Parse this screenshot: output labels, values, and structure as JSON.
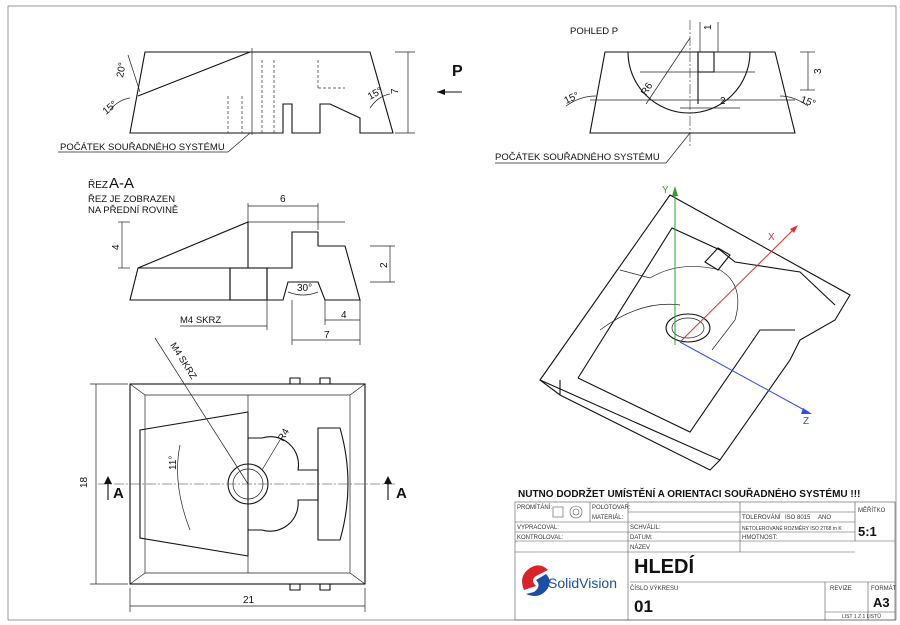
{
  "views": {
    "front": {
      "dims": {
        "angle_top": "20°",
        "angle_left": "15°",
        "angle_right": "15°",
        "height": "7"
      },
      "origin_note": "POČÁTEK SOUŘADNÉHO SYSTÉMU",
      "view_arrow": "P"
    },
    "view_p": {
      "title": "POHLED P",
      "dims": {
        "top": "1",
        "right": "3",
        "radius": "R6",
        "width": "2",
        "angle_left": "15°",
        "angle_right": "15°"
      },
      "origin_note": "POČÁTEK SOUŘADNÉHO SYSTÉMU"
    },
    "section": {
      "title_prefix": "ŘEZ",
      "title_id": "A-A",
      "note_line1": "ŘEZ JE ZOBRAZEN",
      "note_line2": "NA PŘEDNÍ ROVINĚ",
      "dims": {
        "top": "6",
        "left": "4",
        "right": "2",
        "angle": "30°",
        "bottom1": "4",
        "bottom2": "7"
      },
      "hole_note": "M4 SKRZ"
    },
    "top": {
      "hole_note": "M4 SKRZ",
      "dims": {
        "height": "18",
        "width": "21",
        "radius": "R4",
        "angle": "11°"
      },
      "section_left": "A",
      "section_right": "A"
    },
    "iso": {
      "axis_x": "X",
      "axis_y": "Y",
      "axis_z": "Z"
    }
  },
  "warning": "NUTNO DODRŽET UMÍSTĚNÍ A ORIENTACI SOUŘADNÉHO SYSTÉMU !!!",
  "title_block": {
    "promitani": "PROMÍTÁNÍ:",
    "polotovar": "POLOTOVAR:",
    "material": "MATERIÁL:",
    "tolerovani": "TOLEROVÁNÍ",
    "tol_norm": "ISO 8015",
    "tol_value": "ANO",
    "netol": "NETOLEROVANÉ ROZMĚRY ISO 2768 m K",
    "meritko": "MĚŘÍTKO",
    "scale": "5:1",
    "vypracoval": "VYPRACOVAL:",
    "schvalil": "SCHVÁLIL:",
    "kontroloval": "KONTROLOVAL:",
    "datum": "DATUM:",
    "hmotnost": "HMOTNOST:",
    "nazev_label": "NÁZEV",
    "nazev": "HLEDÍ",
    "cislo_label": "ČÍSLO VÝKRESU",
    "cislo": "01",
    "revize": "REVIZE",
    "format_label": "FORMÁT",
    "format": "A3",
    "list": "LIST 1 Z 1 LISTŮ",
    "logo_text": "SolidVision",
    "colors": {
      "logo_blue": "#1a4fa3",
      "logo_red": "#d8232a",
      "axis_x": "#e03030",
      "axis_y": "#2fa02f",
      "axis_z": "#3050e0"
    }
  }
}
